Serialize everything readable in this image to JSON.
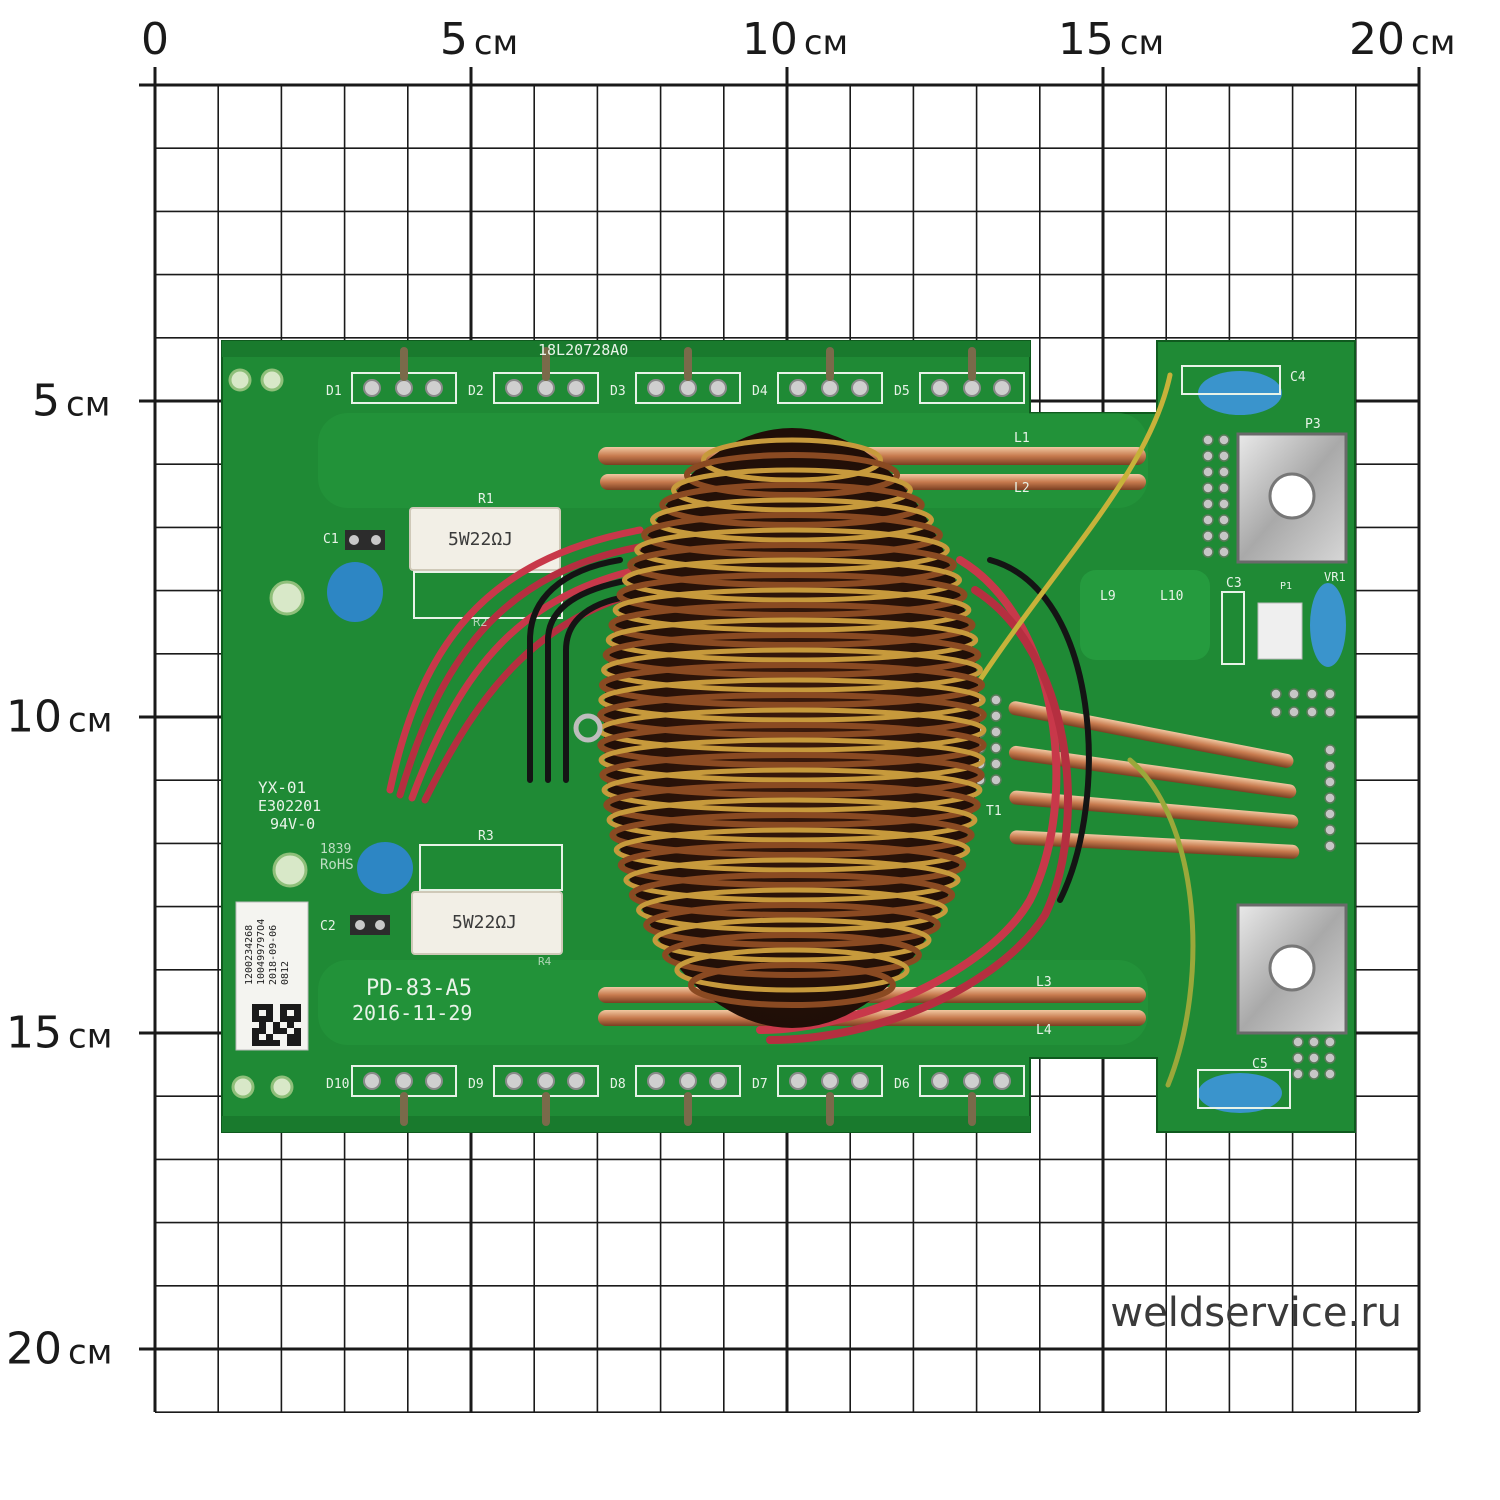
{
  "ruler": {
    "top": [
      {
        "num": "0",
        "unit": ""
      },
      {
        "num": "5",
        "unit": "см"
      },
      {
        "num": "10",
        "unit": "см"
      },
      {
        "num": "15",
        "unit": "см"
      },
      {
        "num": "20",
        "unit": "см"
      }
    ],
    "left": [
      {
        "num": "5",
        "unit": "см"
      },
      {
        "num": "10",
        "unit": "см"
      },
      {
        "num": "15",
        "unit": "см"
      },
      {
        "num": "20",
        "unit": "см"
      }
    ]
  },
  "watermark": "weldservice.ru",
  "board": {
    "serial_top": "18L20728A0",
    "model": "PD-83-A5",
    "date": "2016-11-29",
    "maker_code": "YX-01",
    "ul_file": "E302201",
    "rating": "94V-0",
    "rohs": "RoHS",
    "date_code": "1839",
    "resistor_value": "5W22ΩJ",
    "sticker_lines": [
      "1200234268",
      "100499797O4",
      "2018-09-06",
      "0812"
    ],
    "designators": {
      "top_diodes": [
        "D1",
        "D2",
        "D3",
        "D4",
        "D5"
      ],
      "bottom_diodes": [
        "D10",
        "D9",
        "D8",
        "D7",
        "D6"
      ],
      "c1": "C1",
      "c2": "C2",
      "c3": "C3",
      "c4": "C4",
      "c5": "C5",
      "r1": "R1",
      "r2": "R2",
      "r3": "R3",
      "r4": "R4",
      "l1": "L1",
      "l2": "L2",
      "l3": "L3",
      "l4": "L4",
      "l9": "L9",
      "l10": "L10",
      "t1": "T1",
      "p1": "P1",
      "p3": "P3",
      "vr1": "VR1"
    }
  },
  "colors": {
    "pcb": "#1f8a35",
    "pcb_dark": "#177028",
    "copper_wire": "#8a4a22",
    "gold_wire": "#c79a3c",
    "red_wire": "#c8384a",
    "capacitor_blue": "#2d86c4",
    "grid_line": "#1a1a1a"
  }
}
